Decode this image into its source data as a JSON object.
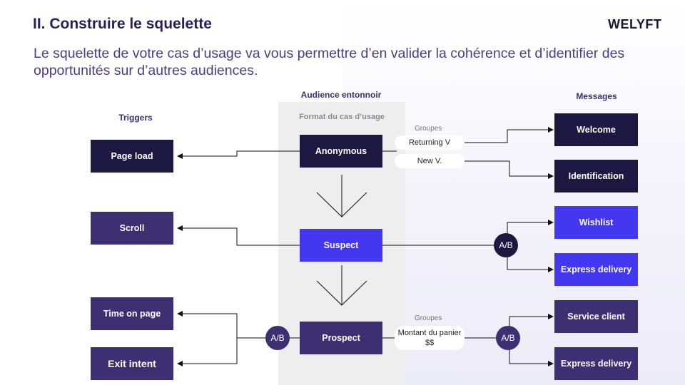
{
  "header": {
    "title": "II. Construire le squelette",
    "logo": "WELYFT"
  },
  "subtitle": "Le squelette de votre cas d’usage va vous permettre d’en valider la cohérence et d’identifier des opportunités sur d’autres audiences.",
  "columns": {
    "triggers": "Triggers",
    "audience": "Audience entonnoir",
    "format": "Format du cas d’usage",
    "messages": "Messages"
  },
  "funnel": {
    "anonymous": "Anonymous",
    "suspect": "Suspect",
    "prospect": "Prospect"
  },
  "triggers": {
    "page_load": "Page load",
    "scroll": "Scroll",
    "time_on_page": "Time on page",
    "exit_intent": "Exit intent"
  },
  "groups": {
    "label_top": "Groupes",
    "returning": "Returning V",
    "new": "New V.",
    "label_bottom": "Groupes",
    "montant": "Montant du panier $$"
  },
  "ab_label": "A/B",
  "messages": {
    "welcome": "Welcome",
    "identification": "Identification",
    "wishlist": "Wishlist",
    "express_1": "Express delivery",
    "service_client": "Service client",
    "express_2": "Express delivery"
  },
  "colors": {
    "dark": "#1c1842",
    "mid": "#3d2f72",
    "blue": "#4338f0",
    "title": "#2a1f5c"
  }
}
